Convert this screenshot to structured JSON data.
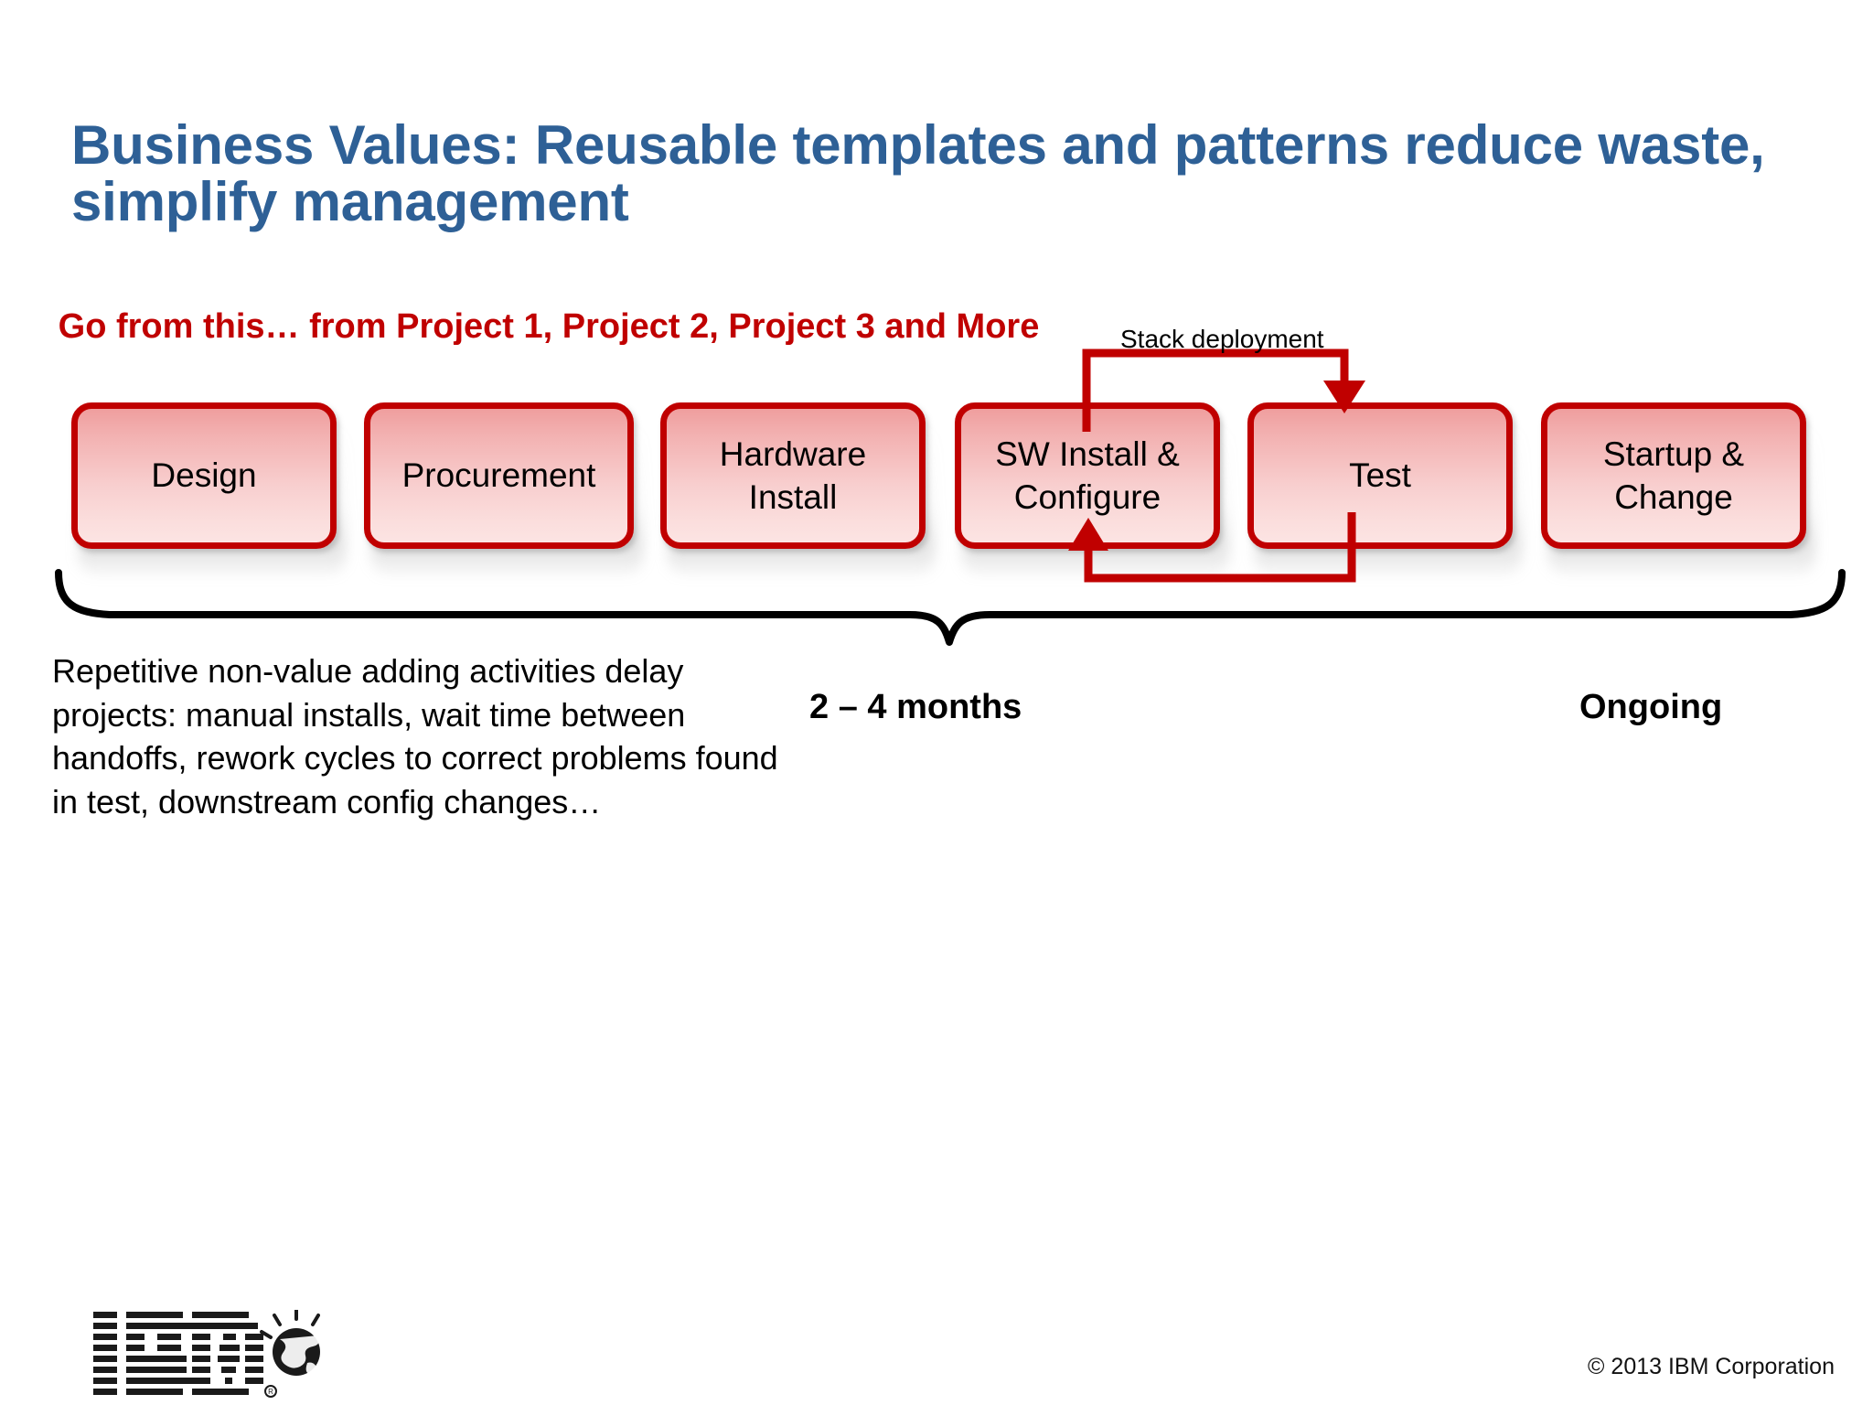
{
  "slide": {
    "title": "Business Values: Reusable templates and patterns reduce waste, simplify management",
    "title_color": "#2E6096",
    "accent_red": "#C00000",
    "background": "#FFFFFF"
  },
  "headline": {
    "text": "Go from this… from Project 1, Project 2, Project 3 and More",
    "color": "#C00000"
  },
  "process": {
    "boxes": [
      {
        "label": "Design"
      },
      {
        "label": "Procurement"
      },
      {
        "label": "Hardware\nInstall"
      },
      {
        "label": "SW Install &\nConfigure"
      },
      {
        "label": "Test"
      },
      {
        "label": "Startup &\nChange"
      }
    ],
    "border_color": "#C00000",
    "fill_top": "#EF9E9E",
    "fill_bottom": "#FCE4E3"
  },
  "loops": {
    "stack_deployment_label": "Stack deployment",
    "stack_deployment_from": "SW Install & Configure",
    "stack_deployment_to": "Test",
    "rework_from": "Test",
    "rework_to": "SW Install & Configure",
    "color": "#C00000"
  },
  "brace": {
    "spans_from": "Design",
    "spans_to": "Startup & Change",
    "color": "#000000"
  },
  "notes": {
    "repetitive_text": "Repetitive non-value adding activities delay projects: manual installs, wait time between handoffs, rework cycles to correct problems found in test, downstream config changes…",
    "duration_label": "2 – 4 months",
    "ongoing_label": "Ongoing"
  },
  "footer": {
    "logo_text": "IBM",
    "logo_icon": "ibm-globe-icon",
    "copyright": "© 2013 IBM Corporation"
  }
}
